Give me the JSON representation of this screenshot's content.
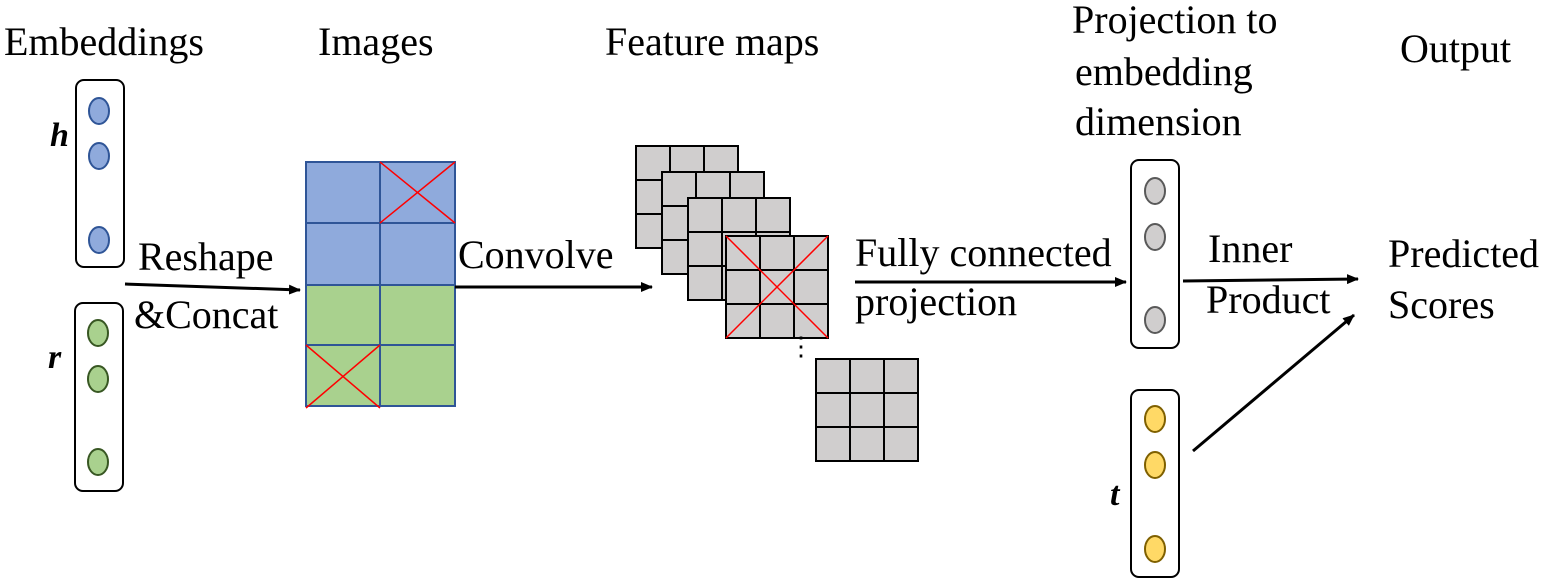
{
  "stage_headers": {
    "embeddings": "Embeddings",
    "images": "Images",
    "feature_maps": "Feature maps",
    "projection_line1": "Projection to",
    "projection_line2": "embedding",
    "projection_line3": "dimension",
    "output": "Output"
  },
  "variables": {
    "h": "h",
    "r": "r",
    "t": "t"
  },
  "arrows": {
    "reshape_line1": "Reshape",
    "reshape_line2": "&Concat",
    "convolve": "Convolve",
    "fully_line1": "Fully connected",
    "fully_line2": "projection",
    "inner_line1": "Inner",
    "inner_line2": "Product"
  },
  "output_text": {
    "line1": "Predicted",
    "line2": "Scores"
  },
  "ellipsis": "⋮",
  "colors": {
    "head_node": "#8faadc",
    "relation_node": "#a9d18e",
    "tail_node": "#ffd966",
    "projection_node": "#d0cece",
    "image_blue": "#8faadc",
    "image_green": "#a9d18e",
    "image_border": "#2f5597",
    "feature_cell": "#d0cece",
    "dropout_mark": "#ff0000"
  }
}
